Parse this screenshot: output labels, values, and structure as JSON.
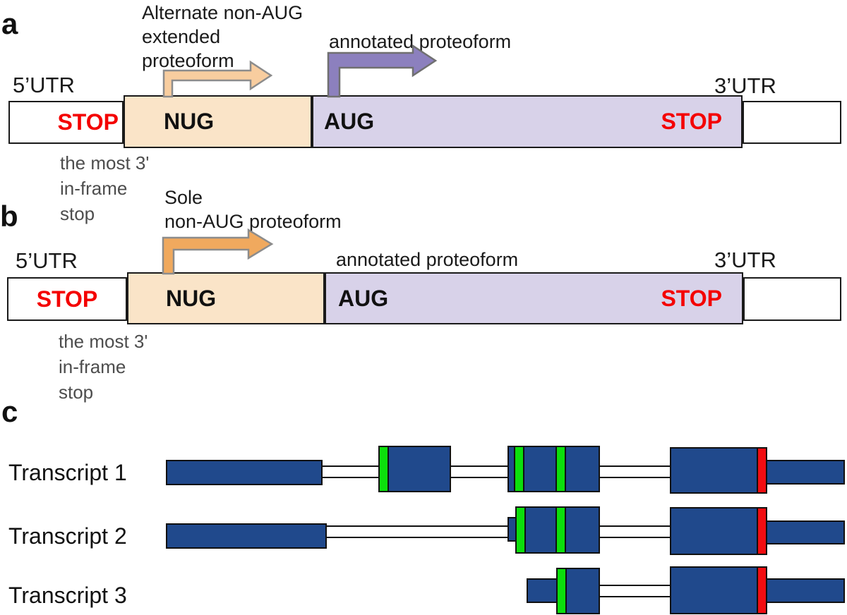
{
  "colors": {
    "exon_blue": "#20498c",
    "start_codon_green": "#0cdf0c",
    "stop_codon_red": "#f20d11",
    "stop_text_red": "#f40000",
    "nug_box_tan": "#fae4c8",
    "aug_box_lavender": "#d8d2e9",
    "alt_arrow_light_orange": "#f8cd9f",
    "sole_arrow_orange": "#f0a95e",
    "annotated_arrow_purple": "#8c80be",
    "caption_gray": "#4d4d4d"
  },
  "panel_a": {
    "label": "a",
    "alt_label": [
      "Alternate non-AUG",
      "extended",
      "proteoform"
    ],
    "annotated_label": "annotated proteoform",
    "utr5": "5’UTR",
    "utr3": "3’UTR",
    "stop_left": "STOP",
    "nug": "NUG",
    "aug": "AUG",
    "stop_right": "STOP",
    "caption": [
      "the most 3'",
      "in-frame",
      "stop"
    ]
  },
  "panel_b": {
    "label": "b",
    "sole_label": [
      "Sole",
      "non-AUG proteoform"
    ],
    "annotated_label": "annotated proteoform",
    "utr5": "5’UTR",
    "utr3": "3’UTR",
    "stop_left": "STOP",
    "nug": "NUG",
    "aug": "AUG",
    "stop_right": "STOP",
    "caption": [
      "the most 3'",
      "in-frame",
      "stop"
    ]
  },
  "panel_c": {
    "label": "c",
    "transcripts": [
      {
        "label": "Transcript 1"
      },
      {
        "label": "Transcript 2"
      },
      {
        "label": "Transcript 3"
      }
    ]
  }
}
